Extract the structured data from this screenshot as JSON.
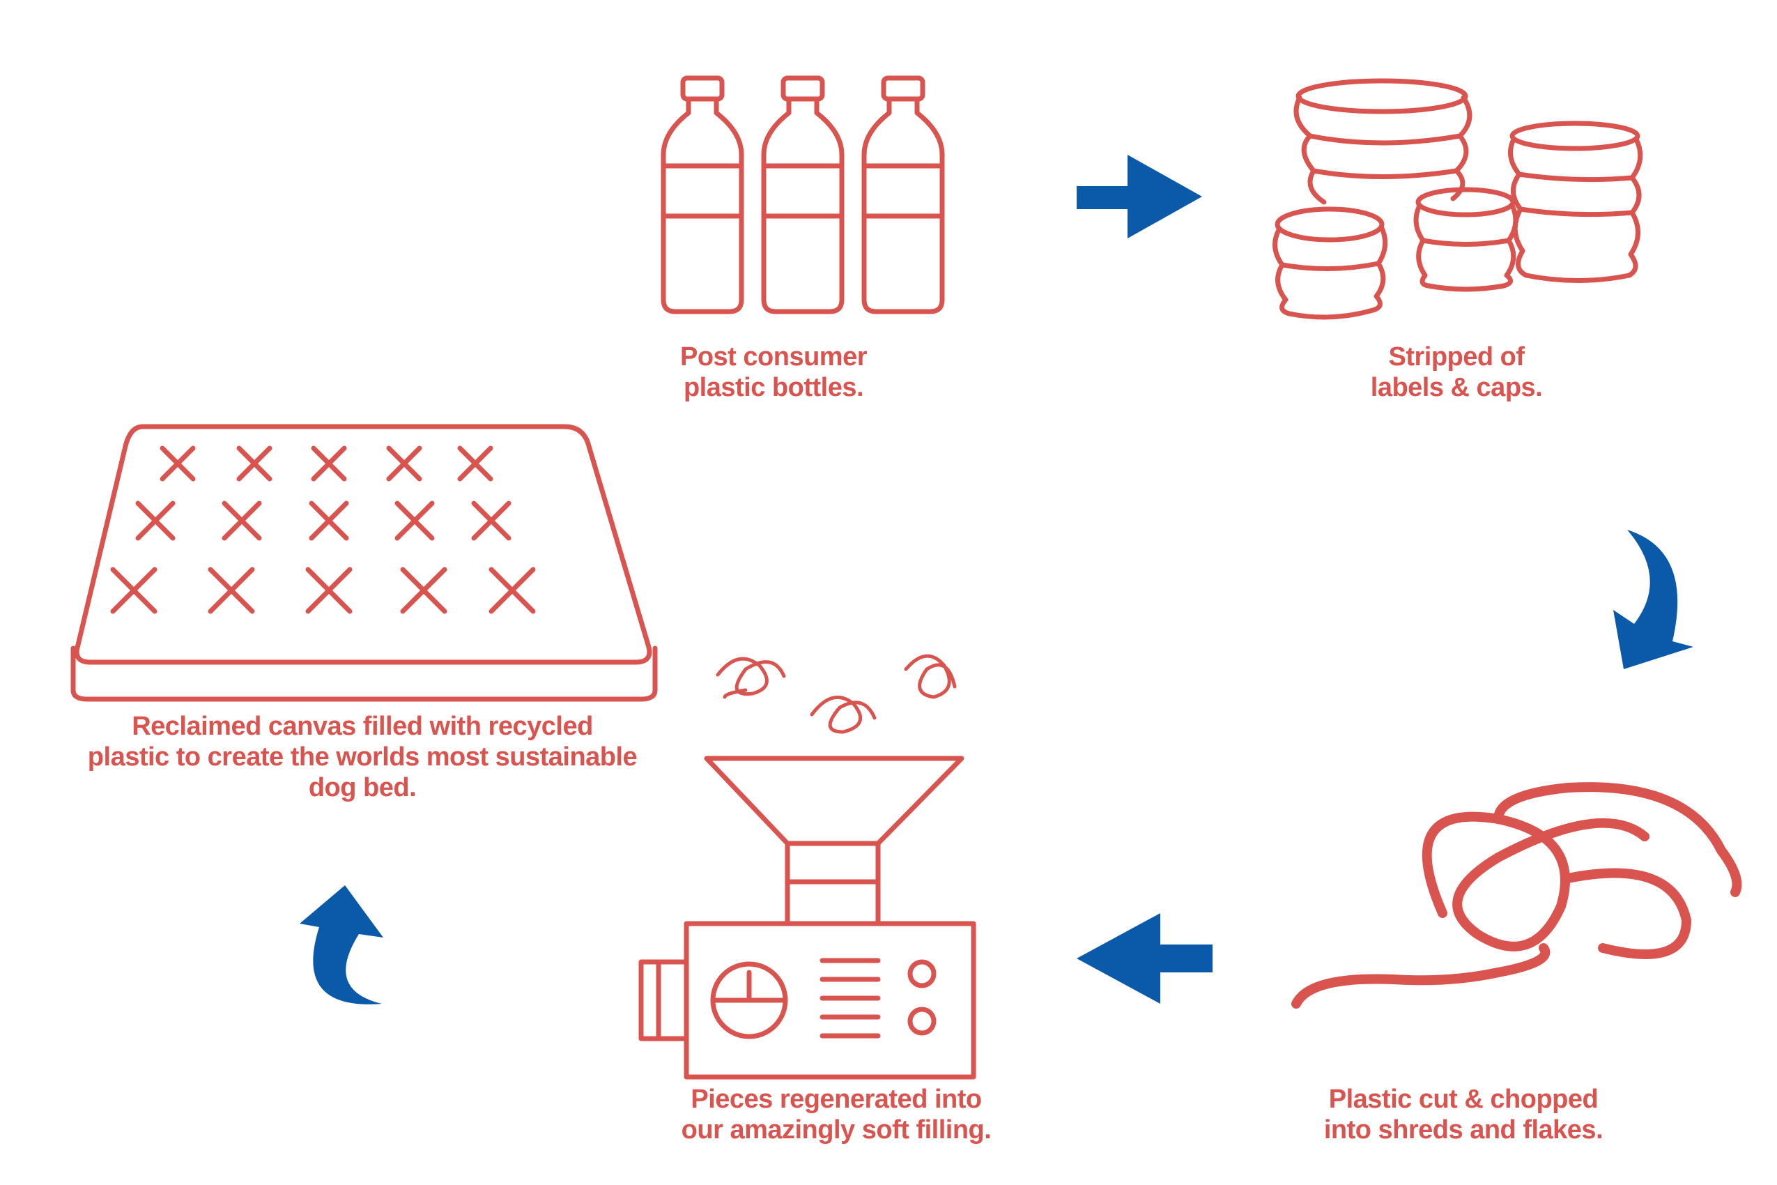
{
  "colors": {
    "line": "#d9544f",
    "arrow": "#0b5aaa",
    "background": "#ffffff"
  },
  "steps": [
    {
      "id": "bottles",
      "icon": "plastic-bottles-icon",
      "lines": [
        "Post consumer",
        "plastic bottles."
      ]
    },
    {
      "id": "stripped",
      "icon": "stripped-bottles-icon",
      "lines": [
        "Stripped of",
        "labels & caps."
      ]
    },
    {
      "id": "shredded",
      "icon": "plastic-shreds-icon",
      "lines": [
        "Plastic cut & chopped",
        "into shreds and flakes."
      ]
    },
    {
      "id": "regenerated",
      "icon": "grinder-machine-icon",
      "lines": [
        "Pieces regenerated into",
        "our amazingly soft filling."
      ]
    },
    {
      "id": "bed",
      "icon": "dog-bed-icon",
      "lines": [
        "Reclaimed canvas filled with recycled",
        "plastic to create the worlds most sustainable",
        "dog bed."
      ]
    }
  ]
}
